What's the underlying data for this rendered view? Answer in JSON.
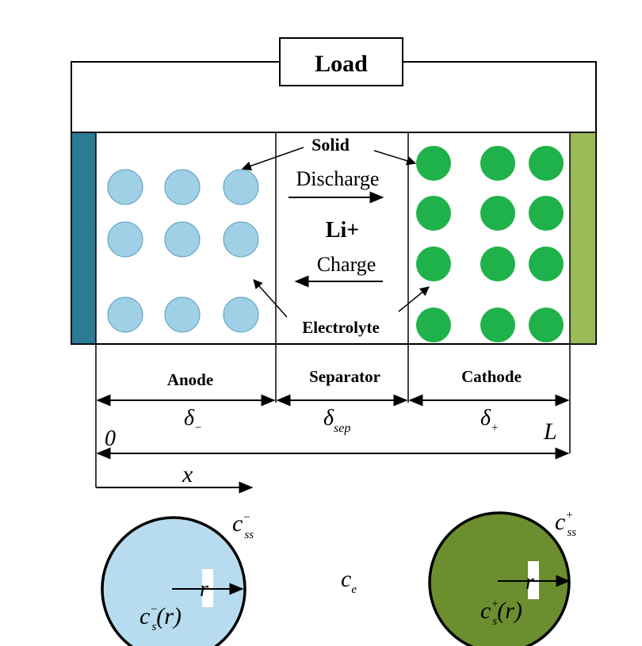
{
  "load_label": "Load",
  "labels": {
    "solid": "Solid",
    "discharge": "Discharge",
    "li_ion": "Li+",
    "charge": "Charge",
    "electrolyte": "Electrolyte"
  },
  "regions": {
    "anode": "Anode",
    "separator": "Separator",
    "cathode": "Cathode"
  },
  "thickness": {
    "symbol": "δ",
    "anode_sub": "−",
    "separator_sub": "sep",
    "cathode_sub": "+"
  },
  "axis": {
    "origin": "0",
    "end": "L",
    "variable": "x"
  },
  "particles": {
    "anode_surface_conc": "c",
    "anode_surface_sub": "ss",
    "anode_surface_sup": "−",
    "anode_conc": "c",
    "anode_conc_sub": "s",
    "anode_conc_sup": "−",
    "anode_conc_arg": "(r)",
    "radius": "r",
    "electrolyte_conc": "c",
    "electrolyte_conc_sub": "e",
    "cathode_surface_conc": "c",
    "cathode_surface_sub": "ss",
    "cathode_surface_sup": "+",
    "cathode_conc": "c",
    "cathode_conc_sub": "s",
    "cathode_conc_sup": "+",
    "cathode_conc_arg": "(r)"
  },
  "colors": {
    "anode_collector": "#2b7b94",
    "cathode_collector": "#9bbb59",
    "anode_particle": "#9fd0e6",
    "anode_particle_stroke": "#5a9fbf",
    "cathode_particle": "#1fb24a",
    "cathode_big_particle": "#6b8e2f",
    "anode_big_particle": "#b7dcef"
  }
}
